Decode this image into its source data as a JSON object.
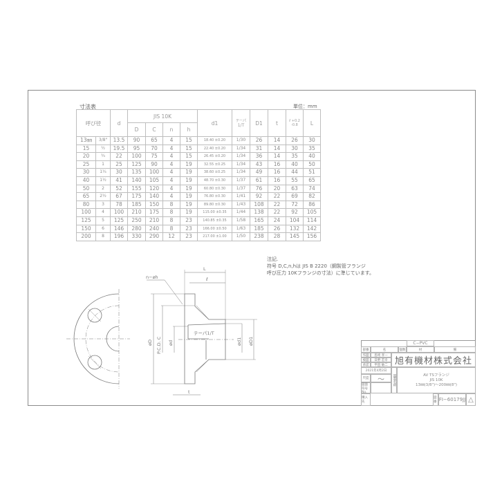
{
  "table": {
    "title": "寸法表",
    "unit": "単位：mm",
    "headers": {
      "nominal": "呼び径",
      "d": "d",
      "jis": "JIS 10K",
      "D": "D",
      "C": "C",
      "n": "n",
      "h": "h",
      "d1": "d1",
      "taper_top": "テーパ",
      "taper_bottom": "1/T",
      "D1": "D1",
      "t": "t",
      "l": "ℓ +0.2 -0.8",
      "L": "L"
    },
    "rows": [
      {
        "mm": "13㎜",
        "inch": "3/8\"",
        "d": "13.5",
        "D": "90",
        "C": "65",
        "n": "4",
        "h": "15",
        "d1": "18.40 ±0.20",
        "taper": "1/30",
        "D1": "26",
        "t": "14",
        "l": "26",
        "L": "30"
      },
      {
        "mm": "15",
        "inch": "½",
        "d": "19.5",
        "D": "95",
        "C": "70",
        "n": "4",
        "h": "15",
        "d1": "22.40 ±0.20",
        "taper": "1/34",
        "D1": "31",
        "t": "14",
        "l": "30",
        "L": "35"
      },
      {
        "mm": "20",
        "inch": "¾",
        "d": "22",
        "D": "100",
        "C": "75",
        "n": "4",
        "h": "15",
        "d1": "26.45 ±0.20",
        "taper": "1/34",
        "D1": "36",
        "t": "14",
        "l": "35",
        "L": "40"
      },
      {
        "mm": "25",
        "inch": "1",
        "d": "25",
        "D": "125",
        "C": "90",
        "n": "4",
        "h": "19",
        "d1": "32.55 ±0.25",
        "taper": "1/34",
        "D1": "43",
        "t": "16",
        "l": "40",
        "L": "50"
      },
      {
        "mm": "30",
        "inch": "1¼",
        "d": "30",
        "D": "135",
        "C": "100",
        "n": "4",
        "h": "19",
        "d1": "38.60 ±0.25",
        "taper": "1/34",
        "D1": "49",
        "t": "16",
        "l": "44",
        "L": "51"
      },
      {
        "mm": "40",
        "inch": "1½",
        "d": "41",
        "D": "140",
        "C": "105",
        "n": "4",
        "h": "19",
        "d1": "48.70 ±0.30",
        "taper": "1/37",
        "D1": "61",
        "t": "16",
        "l": "55",
        "L": "65"
      },
      {
        "mm": "50",
        "inch": "2",
        "d": "52",
        "D": "155",
        "C": "120",
        "n": "4",
        "h": "19",
        "d1": "60.80 ±0.30",
        "taper": "1/37",
        "D1": "76",
        "t": "20",
        "l": "63",
        "L": "74"
      },
      {
        "mm": "65",
        "inch": "2½",
        "d": "67",
        "D": "175",
        "C": "140",
        "n": "4",
        "h": "19",
        "d1": "76.80 ±0.30",
        "taper": "1/41",
        "D1": "92",
        "t": "22",
        "l": "69",
        "L": "82"
      },
      {
        "mm": "80",
        "inch": "3",
        "d": "78",
        "D": "185",
        "C": "150",
        "n": "8",
        "h": "19",
        "d1": "89.80 ±0.30",
        "taper": "1/43",
        "D1": "108",
        "t": "22",
        "l": "72",
        "L": "86"
      },
      {
        "mm": "100",
        "inch": "4",
        "d": "100",
        "D": "210",
        "C": "175",
        "n": "8",
        "h": "19",
        "d1": "115.00 ±0.35",
        "taper": "1/44",
        "D1": "138",
        "t": "22",
        "l": "92",
        "L": "105"
      },
      {
        "mm": "125",
        "inch": "5",
        "d": "125",
        "D": "250",
        "C": "210",
        "n": "8",
        "h": "23",
        "d1": "140.85 ±0.35",
        "taper": "1/58",
        "D1": "165",
        "t": "24",
        "l": "104",
        "L": "114"
      },
      {
        "mm": "150",
        "inch": "6",
        "d": "146",
        "D": "280",
        "C": "240",
        "n": "8",
        "h": "23",
        "d1": "166.00 ±0.50",
        "taper": "1/63",
        "D1": "185",
        "t": "26",
        "l": "132",
        "L": "142"
      },
      {
        "mm": "200",
        "inch": "8",
        "d": "196",
        "D": "330",
        "C": "290",
        "n": "12",
        "h": "23",
        "d1": "217.00 ±1.00",
        "taper": "1/50",
        "D1": "238",
        "t": "28",
        "l": "145",
        "L": "156"
      }
    ]
  },
  "notes": {
    "title": "注記.",
    "line1": "符号 D,C,n,hは JIS B 2220（鋼製管フランジ",
    "line2": "呼び圧力 10Kフランジの寸法）に準じています。"
  },
  "drawing": {
    "label_n_h": "n−øh",
    "label_L": "L",
    "label_l": "ℓ",
    "label_D": "øD",
    "label_pcd": "P.C.D. C",
    "label_d": "ød",
    "label_d1": "ød1",
    "label_D1": "øD1",
    "label_taper": "テーパ1/T",
    "label_t": "t"
  },
  "title_block": {
    "material": "C−PVC",
    "col_headers": [
      "部番",
      "名",
      "称",
      "個数",
      "材",
      "質",
      "備",
      "考"
    ],
    "roles": [
      "作図",
      "検図",
      "承認"
    ],
    "names": [
      "島崎 孝一",
      "日野 宏幸",
      "平田 敏二"
    ],
    "company": "旭有機材株式会社",
    "date": "2021年4月2日",
    "scale_label": "尺度",
    "scale_value": "〜",
    "drawing_no_label": "図面符号 No.",
    "buyer_label": "購入先",
    "name_vertical": "図面名称",
    "product_line1": "AV TSフランジ",
    "product_line2": "JIS 10K",
    "product_line3": "13㎜(3/8\")〜200㎜(8\")",
    "figure_no_label": "図番",
    "figure_no": "FI−60179JJ",
    "revision_mark": "△"
  }
}
